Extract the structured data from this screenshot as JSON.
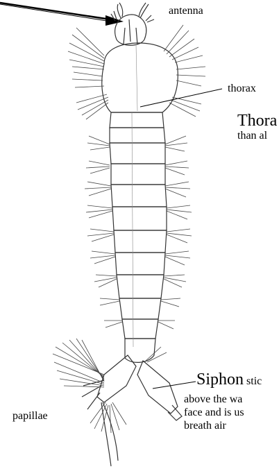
{
  "labels": {
    "antenna": "antenna",
    "thorax": "thorax",
    "papillae": "papillae",
    "thorax_note_head": "Thora",
    "thorax_note_tail": "than al",
    "siphon_head": "Siphon",
    "siphon_line1_rest": "stic",
    "siphon_line2": "above the wa",
    "siphon_line3": "face and is us",
    "siphon_line4": "breath air"
  },
  "colors": {
    "ink": "#000000",
    "background": "#ffffff"
  }
}
